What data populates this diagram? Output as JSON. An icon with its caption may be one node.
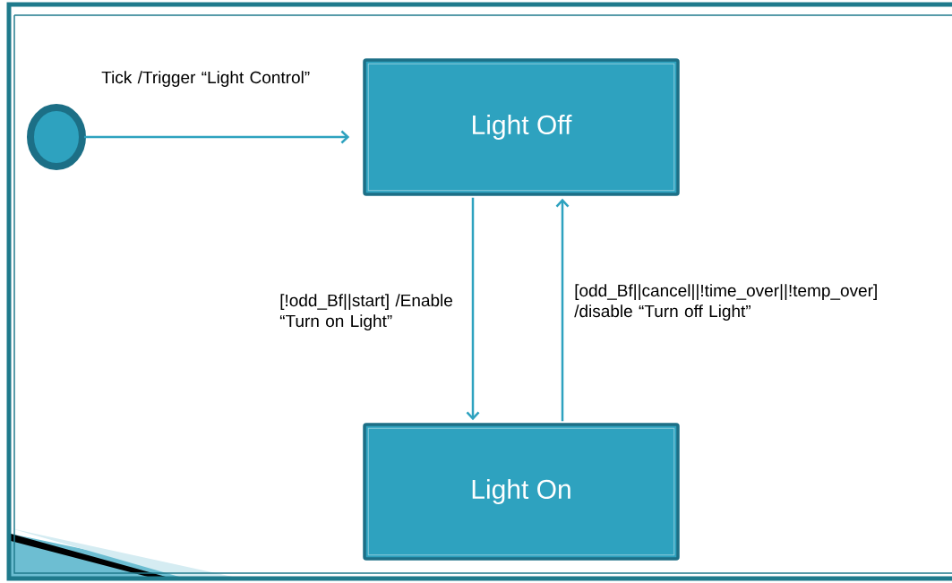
{
  "diagram": {
    "nodes": [
      {
        "text": [],
        "shape": "circle"
      },
      {
        "text": [
          "Light Off"
        ]
      },
      {
        "text": [
          "Light On"
        ]
      }
    ],
    "edges": [
      {
        "from": 0,
        "to": 1,
        "arrow": "to",
        "label": "Tick /Trigger “Light Control”"
      },
      {
        "from": 1,
        "to": 2,
        "arrow": "to",
        "label": "[!odd_Bf||start] /Enable “Turn on Light”"
      },
      {
        "from": 2,
        "to": 1,
        "arrow": "to",
        "label": "[odd_Bf||cancel||!time_over||!temp_over] /disable “Turn off Light”"
      }
    ]
  }
}
